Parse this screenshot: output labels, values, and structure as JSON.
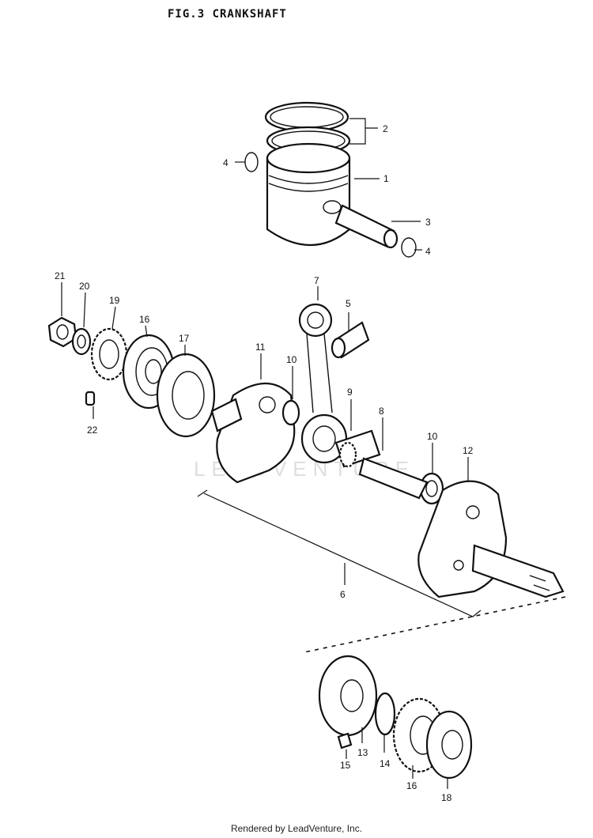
{
  "figure": {
    "title": "FIG.3  CRANKSHAFT"
  },
  "watermark": "LEADVENTURE",
  "footer": "Rendered by LeadVenture, Inc.",
  "callouts": [
    {
      "id": "c1",
      "label": "1"
    },
    {
      "id": "c2",
      "label": "2"
    },
    {
      "id": "c3",
      "label": "3"
    },
    {
      "id": "c4a",
      "label": "4"
    },
    {
      "id": "c4b",
      "label": "4"
    },
    {
      "id": "c5",
      "label": "5"
    },
    {
      "id": "c6",
      "label": "6"
    },
    {
      "id": "c7",
      "label": "7"
    },
    {
      "id": "c8",
      "label": "8"
    },
    {
      "id": "c9",
      "label": "9"
    },
    {
      "id": "c10a",
      "label": "10"
    },
    {
      "id": "c10b",
      "label": "10"
    },
    {
      "id": "c11",
      "label": "11"
    },
    {
      "id": "c12",
      "label": "12"
    },
    {
      "id": "c13",
      "label": "13"
    },
    {
      "id": "c14",
      "label": "14"
    },
    {
      "id": "c15",
      "label": "15"
    },
    {
      "id": "c16a",
      "label": "16"
    },
    {
      "id": "c16b",
      "label": "16"
    },
    {
      "id": "c17",
      "label": "17"
    },
    {
      "id": "c18",
      "label": "18"
    },
    {
      "id": "c19",
      "label": "19"
    },
    {
      "id": "c20",
      "label": "20"
    },
    {
      "id": "c21",
      "label": "21"
    },
    {
      "id": "c22",
      "label": "22"
    }
  ]
}
